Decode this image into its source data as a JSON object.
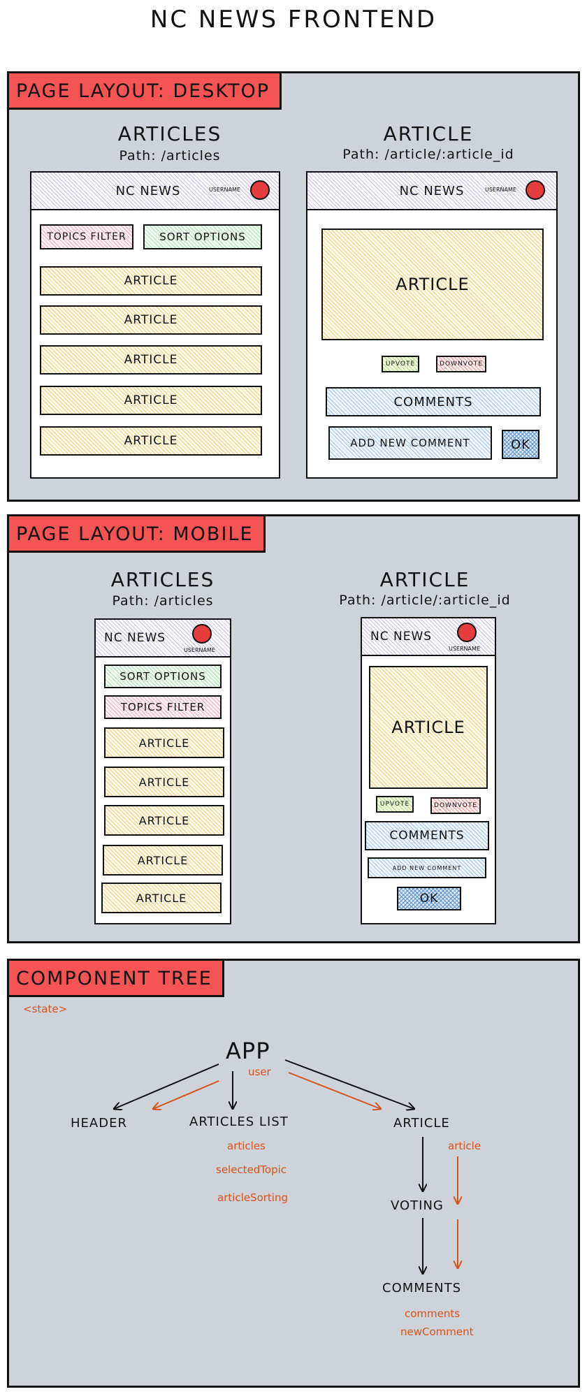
{
  "title": "NC NEWS FRONTEND",
  "desktop": {
    "label": "PAGE LAYOUT: DESKTOP",
    "articles_screen": {
      "title": "ARTICLES",
      "path": "Path: /articles",
      "header_brand": "NC NEWS",
      "username": "USERNAME",
      "topics_filter": "TOPICS FILTER",
      "sort_options": "SORT OPTIONS",
      "article_items": [
        "ARTICLE",
        "ARTICLE",
        "ARTICLE",
        "ARTICLE",
        "ARTICLE"
      ]
    },
    "article_screen": {
      "title": "ARTICLE",
      "path": "Path: /article/:article_id",
      "header_brand": "NC NEWS",
      "username": "USERNAME",
      "article": "ARTICLE",
      "upvote": "UPVOTE",
      "downvote": "DOWNVOTE",
      "comments": "COMMENTS",
      "add_comment": "ADD NEW COMMENT",
      "ok": "OK"
    }
  },
  "mobile": {
    "label": "PAGE LAYOUT: MOBILE",
    "articles_screen": {
      "title": "ARTICLES",
      "path": "Path: /articles",
      "header_brand": "NC NEWS",
      "username": "USERNAME",
      "sort_options": "SORT OPTIONS",
      "topics_filter": "TOPICS FILTER",
      "article_items": [
        "ARTICLE",
        "ARTICLE",
        "ARTICLE",
        "ARTICLE",
        "ARTICLE"
      ]
    },
    "article_screen": {
      "title": "ARTICLE",
      "path": "Path: /article/:article_id",
      "header_brand": "NC NEWS",
      "username": "USERNAME",
      "article": "ARTICLE",
      "upvote": "UPVOTE",
      "downvote": "DOWNVOTE",
      "comments": "COMMENTS",
      "add_comment": "ADD NEW COMMENT",
      "ok": "OK"
    }
  },
  "component_tree": {
    "label": "COMPONENT TREE",
    "legend": "<state>",
    "app": "APP",
    "app_state": "user",
    "header": "HEADER",
    "articles_list": "ARTICLES LIST",
    "articles_list_state": [
      "articles",
      "selectedTopic",
      "articleSorting"
    ],
    "article": "ARTICLE",
    "article_state": "article",
    "voting": "VOTING",
    "comments": "COMMENTS",
    "comments_state": [
      "comments",
      "newComment"
    ]
  },
  "colors": {
    "panel_background": "#ced2d9",
    "label_red": "#f55454",
    "state_orange": "#d4541f",
    "avatar_red": "#e53d3d"
  }
}
